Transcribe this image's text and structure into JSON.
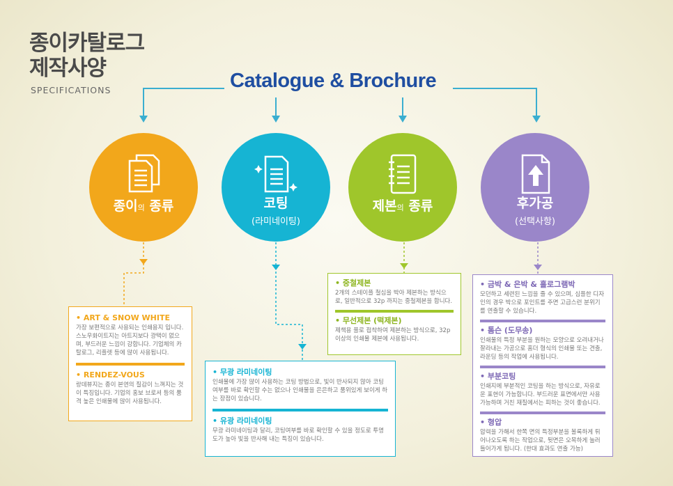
{
  "header": {
    "title_line1": "종이카탈로그",
    "title_line2": "제작사양",
    "subtitle": "SPECIFICATIONS",
    "headline": "Catalogue & Brochure"
  },
  "colors": {
    "orange": "#f2a71b",
    "teal": "#16b4d3",
    "green": "#9fc62b",
    "purple": "#9a86c9",
    "connector": "#3aaed0",
    "headline": "#1f4ea1"
  },
  "categories": [
    {
      "icon": "documents-icon",
      "label_main": "종이",
      "label_small": "의",
      "label_tail": " 종류",
      "sub": ""
    },
    {
      "icon": "coated-document-icon",
      "label_main": "코팅",
      "label_small": "",
      "label_tail": "",
      "sub": "(라미네이팅)"
    },
    {
      "icon": "bound-notebook-icon",
      "label_main": "제본",
      "label_small": "의",
      "label_tail": " 종류",
      "sub": ""
    },
    {
      "icon": "upload-document-icon",
      "label_main": "후가공",
      "label_small": "",
      "label_tail": "",
      "sub": "(선택사항)"
    }
  ],
  "paper": [
    {
      "title": "• ART & SNOW WHITE",
      "desc": "가장 보편적으로 사용되는 인쇄용지 입니다. 스노우화이트지는 아트지보다 광택이 없으며, 부드러운 느낌이 강합니다. 기업체의 카탈로그, 리플렛 등에 많이 사용됩니다."
    },
    {
      "title": "• RENDEZ-VOUS",
      "desc": "랑데뷰지는 종이 본연의 질감이 느껴지는 것이 특징입니다. 기업의 홍보 브로셔 등의 품격 높은 인쇄물에 많이 사용됩니다."
    }
  ],
  "coating": [
    {
      "title": "• 무광 라미네이팅",
      "desc": "인쇄물에 가장 많이 사용하는 코팅 방법으로, 빛이 반사되지 않아 코팅 여부를 바로 확인할 수는 없으나 인쇄물을 은은하고 품위있게 보이게 하는 장점이 있습니다."
    },
    {
      "title": "• 유광 라미네이팅",
      "desc": "무광 라미네이팅과 달리, 코팅여부를 바로 확인할 수 있을 정도로 투명도가 높아 빛을 반사해 내는 특징이 있습니다."
    }
  ],
  "binding": [
    {
      "title": "• 중철제본",
      "desc": "2개의 스테이플 철심을 박아 제본하는 방식으로, 일반적으로 32p 까지는 중철제본을 합니다."
    },
    {
      "title": "• 무선제본 (떡제본)",
      "desc": "제책용 풀로 접착하여 제본하는 방식으로, 32p 이상의 인쇄물 제본에 사용됩니다."
    }
  ],
  "finishing": [
    {
      "title": "• 금박 & 은박 & 홀로그램박",
      "desc": "모던하고 세련된 느낌을 줄 수 있으며, 심플한 디자인의 경우 박으로 포인트를 주면 고급스런 분위기를 연출할 수 있습니다."
    },
    {
      "title": "• 톰슨 (도무송)",
      "desc": "인쇄물의 특정 부분을 원하는 모양으로 오려내거나 잘라내는 가공으로 홈더 형식의 인쇄물 또는 견출, 라운딩 등의 작업에 사용됩니다."
    },
    {
      "title": "• 부분코팅",
      "desc": "인쇄지에 부분적인 코팅을 하는 방식으로, 자유로운 표현이 가능합니다. 부드러운 표면에서만 사용 가능하며 거친 재질에서는 피하는 것이 좋습니다."
    },
    {
      "title": "• 형압",
      "desc": "압력을 가해서 한쪽 면의 특정부분을 볼록하게 튀어나오도록 하는 작업으로, 뒷면은 오목하게 눌러 들어가게 됩니다. (한대 효과도 연출 가능)"
    }
  ]
}
